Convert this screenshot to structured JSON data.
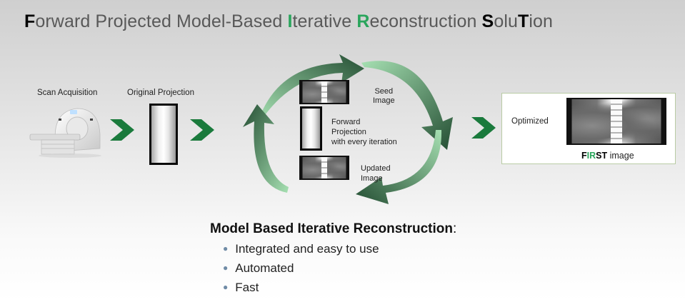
{
  "title": {
    "segments": [
      {
        "text": "F",
        "style": "black-bold"
      },
      {
        "text": "orward Projected Model-Based ",
        "style": "normal"
      },
      {
        "text": "I",
        "style": "green-bold"
      },
      {
        "text": "terative ",
        "style": "normal"
      },
      {
        "text": "R",
        "style": "green-bold"
      },
      {
        "text": "econstruction ",
        "style": "normal"
      },
      {
        "text": "S",
        "style": "black-bold"
      },
      {
        "text": "olu",
        "style": "normal"
      },
      {
        "text": "T",
        "style": "black-bold"
      },
      {
        "text": "ion",
        "style": "normal"
      }
    ]
  },
  "pipeline": {
    "scan_label": "Scan Acquisition",
    "scan_icon": "ct-scanner-icon",
    "projection_label": "Original Projection",
    "arrow_icon": "chevron-right-icon",
    "arrow_color": "#1a7a3c"
  },
  "cycle": {
    "seed_label_line1": "Seed",
    "seed_label_line2": "Image",
    "forward_line1": "Forward",
    "forward_line2": "Projection",
    "forward_line3": "with every iteration",
    "updated_line1": "Updated",
    "updated_line2": "Image",
    "arrow_dark": "#2e5a3a",
    "arrow_light": "#8fd19e"
  },
  "result": {
    "optimized_label": "Optimized",
    "first_segments": [
      {
        "text": "F",
        "style": "black-bold"
      },
      {
        "text": "IR",
        "style": "green-bold"
      },
      {
        "text": "ST",
        "style": "black-bold"
      },
      {
        "text": " image",
        "style": "normal"
      }
    ]
  },
  "summary": {
    "heading": "Model Based Iterative Reconstruction",
    "heading_suffix": ":",
    "bullets": [
      "Integrated and easy to use",
      "Automated",
      "Fast"
    ]
  },
  "colors": {
    "accent_green": "#2aa55c",
    "title_gray": "#595959",
    "bullet_blue": "#6f8ba6"
  }
}
